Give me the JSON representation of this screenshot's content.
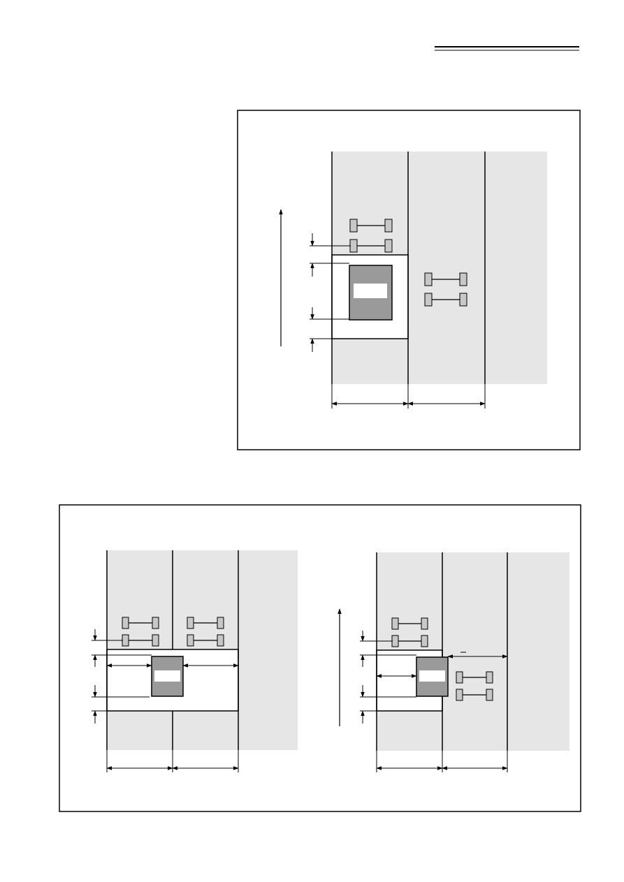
{
  "colors": {
    "lane": "#e6e6e6",
    "line": "#000000",
    "block": "#9a9a9a",
    "axle_fill": "#c8c8c8",
    "background": "#ffffff"
  },
  "header": {
    "rule_style": "double"
  },
  "figures": [
    {
      "id": "figure-top",
      "lanes": 3,
      "work_zone_lanes": 1,
      "vehicle_pairs": 2
    },
    {
      "id": "figure-bottom-left",
      "lanes": 3,
      "work_zone_lanes": 2,
      "vehicle_pairs": 2
    },
    {
      "id": "figure-bottom-right",
      "lanes": 3,
      "work_zone_lanes": 1,
      "vehicle_pairs": 2
    }
  ],
  "icons": [
    "vehicle-axle-icon",
    "work-block-icon",
    "direction-arrow-icon",
    "dimension-arrow-icon"
  ]
}
